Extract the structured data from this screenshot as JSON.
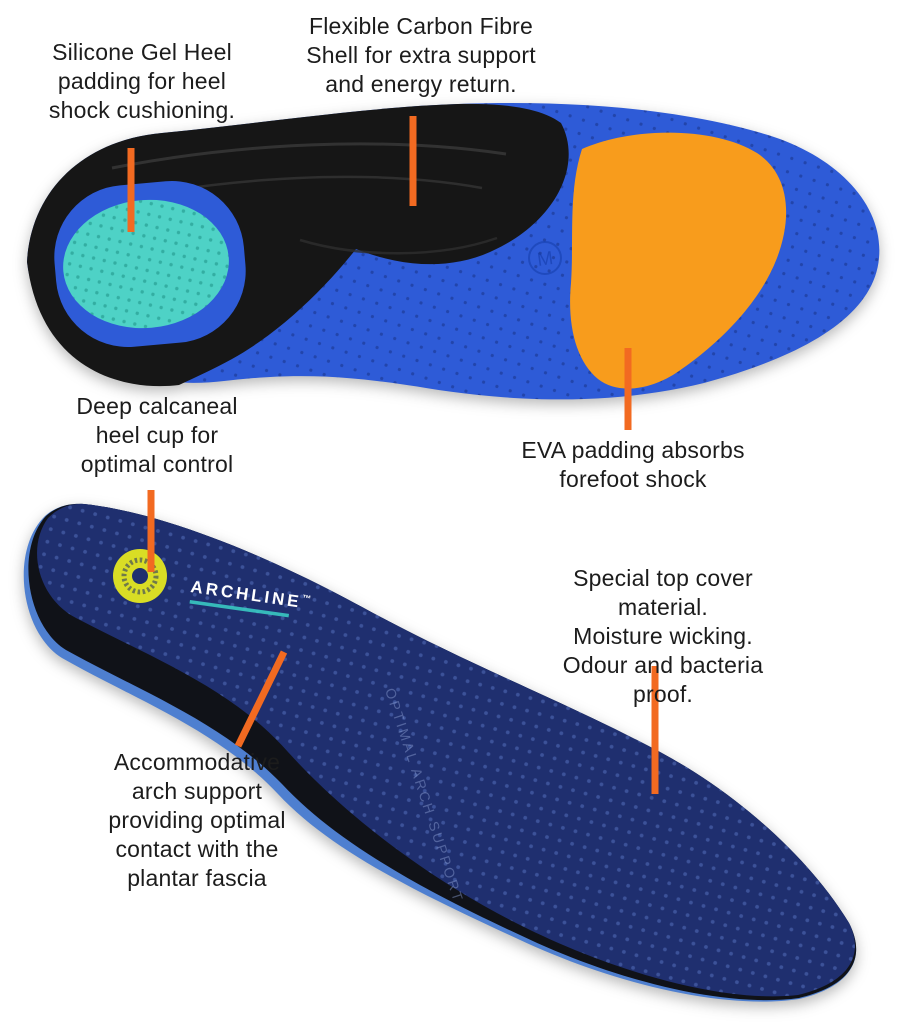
{
  "title": "Orthotic insole features infographic",
  "colors": {
    "accent": "#f26a21",
    "insole_blue": "#2e5bd7",
    "shell_black": "#161616",
    "gel_teal": "#4ed2c6",
    "eva_orange": "#f89c1c",
    "top_navy": "#1f2f6f",
    "side_black": "#101218",
    "rim_blue": "#4e7fd0",
    "logo_yellow": "#d9dd25"
  },
  "annotations": {
    "silicone_gel": {
      "text": "Silicone Gel Heel\npadding for heel\nshock cushioning."
    },
    "carbon_shell": {
      "text": "Flexible Carbon Fibre\nShell for extra support\nand energy return."
    },
    "heel_cup": {
      "text": "Deep calcaneal\nheel cup for\noptimal control"
    },
    "eva_padding": {
      "text": "EVA padding absorbs\nforefoot shock"
    },
    "top_cover": {
      "text": "Special top cover material.\nMoisture wicking.\nOdour and bacteria proof."
    },
    "arch_support": {
      "text": "Accommodative\narch support\nproviding optimal\ncontact with the\nplantar fascia"
    }
  },
  "insole_bottom_view": {
    "size_marker": "M"
  },
  "insole_top_view": {
    "brand": "ARCHLINE",
    "brand_tm": "™",
    "arch_text": "OPTIMAL ARCH SUPPORT"
  }
}
